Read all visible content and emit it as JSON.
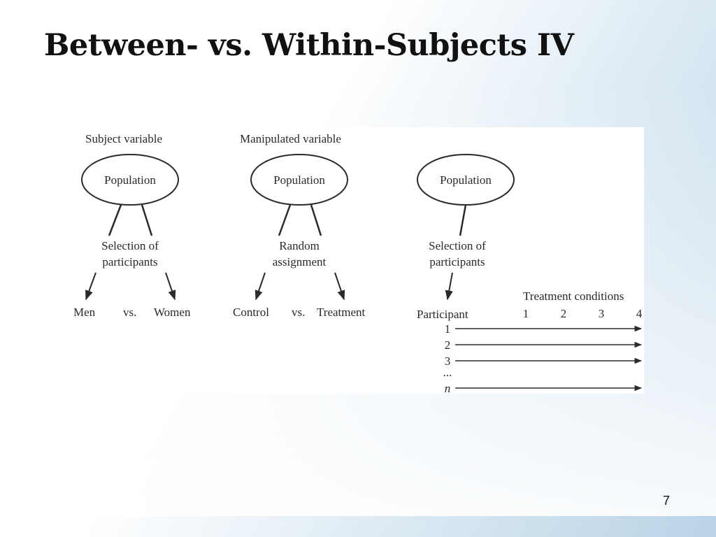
{
  "slide": {
    "title": "Between- vs. Within-Subjects IV",
    "page_number": "7"
  },
  "diagram": {
    "subject_panel": {
      "heading": "Subject variable",
      "node": "Population",
      "step_line1": "Selection of",
      "step_line2": "participants",
      "left_group": "Men",
      "vs": "vs.",
      "right_group": "Women"
    },
    "manipulated_panel": {
      "heading": "Manipulated variable",
      "node": "Population",
      "step_line1": "Random",
      "step_line2": "assignment",
      "left_group": "Control",
      "vs": "vs.",
      "right_group": "Treatment"
    },
    "within_panel": {
      "node": "Population",
      "step_line1": "Selection of",
      "step_line2": "participants",
      "participant_label": "Participant",
      "conditions_label": "Treatment conditions",
      "conditions": [
        "1",
        "2",
        "3",
        "4"
      ],
      "rows": [
        "1",
        "2",
        "3",
        "...",
        "n"
      ]
    }
  }
}
